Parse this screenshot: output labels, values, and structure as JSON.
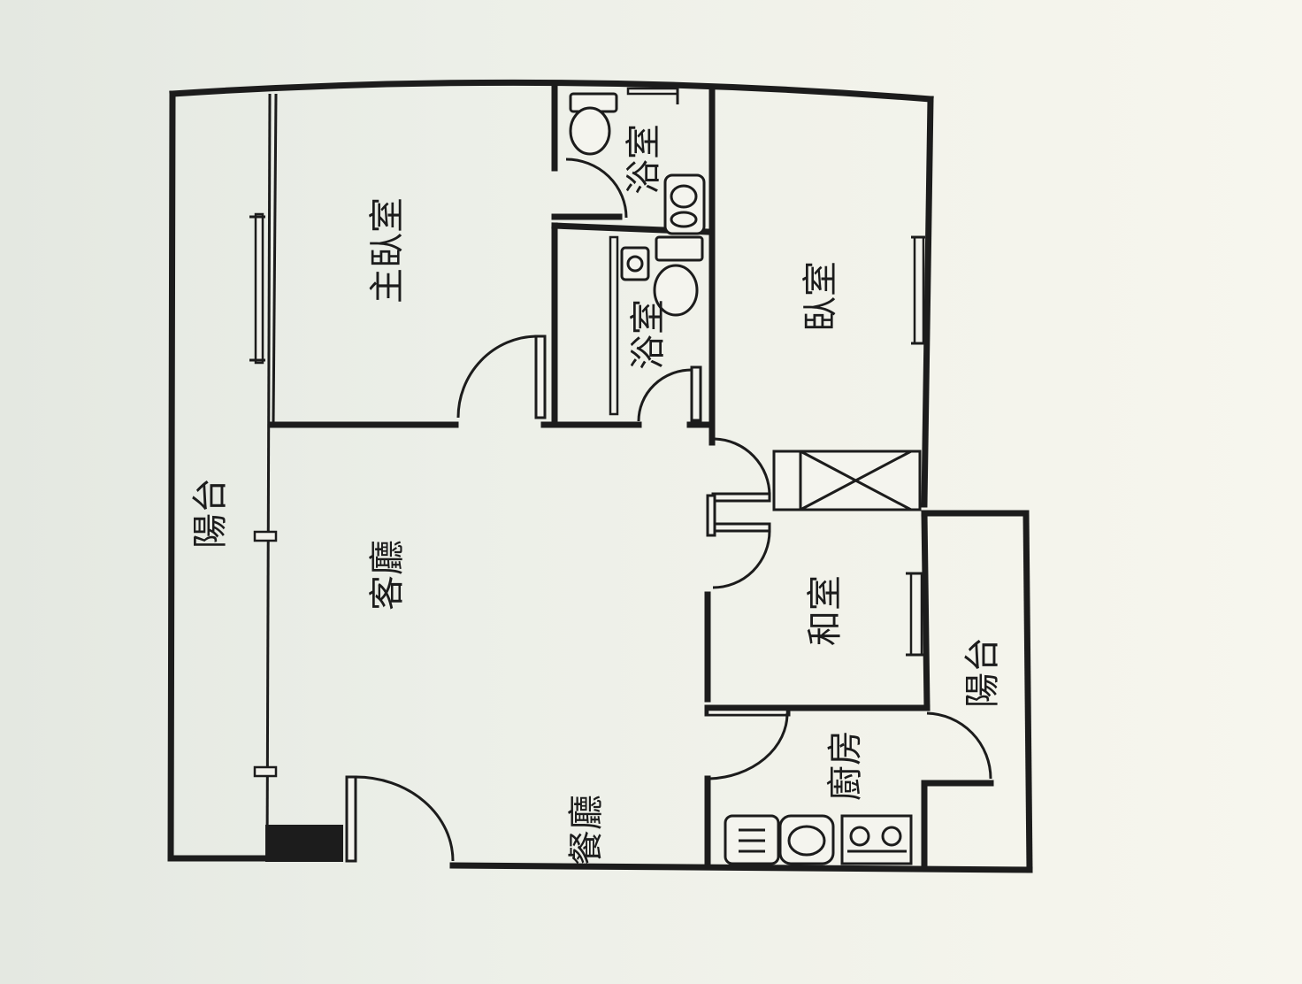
{
  "rooms": {
    "balcony_left": "陽台",
    "master_bedroom": "主臥室",
    "bathroom_top": "浴室",
    "bathroom_mid": "浴室",
    "bedroom": "臥室",
    "living_room": "客廳",
    "washitsu": "和室",
    "balcony_right": "陽台",
    "kitchen": "廚房",
    "dining_room": "餐廳"
  }
}
